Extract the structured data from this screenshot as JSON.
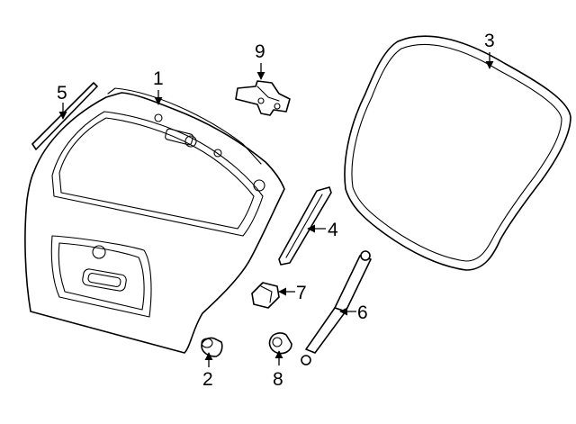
{
  "diagram": {
    "callouts": [
      {
        "id": "1",
        "label": "1"
      },
      {
        "id": "2",
        "label": "2"
      },
      {
        "id": "3",
        "label": "3"
      },
      {
        "id": "4",
        "label": "4"
      },
      {
        "id": "5",
        "label": "5"
      },
      {
        "id": "6",
        "label": "6"
      },
      {
        "id": "7",
        "label": "7"
      },
      {
        "id": "8",
        "label": "8"
      },
      {
        "id": "9",
        "label": "9"
      }
    ],
    "colors": {
      "line": "#000000",
      "fill": "#ffffff",
      "background": "#ffffff"
    }
  }
}
